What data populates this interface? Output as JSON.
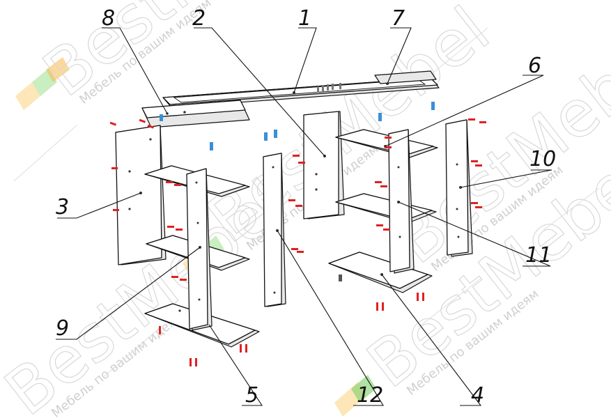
{
  "watermark": {
    "brand": "BestMebel",
    "tagline": "Мебель по вашим идеям",
    "colors": {
      "orange": "#f7b84a",
      "green": "#7ccf6a",
      "gray": "#d8d8d8"
    }
  },
  "callouts": [
    {
      "id": "p1",
      "label": "1"
    },
    {
      "id": "p2",
      "label": "2"
    },
    {
      "id": "p3",
      "label": "3"
    },
    {
      "id": "p4",
      "label": "4"
    },
    {
      "id": "p5",
      "label": "5"
    },
    {
      "id": "p6",
      "label": "6"
    },
    {
      "id": "p7",
      "label": "7"
    },
    {
      "id": "p8",
      "label": "8"
    },
    {
      "id": "p9",
      "label": "9"
    },
    {
      "id": "p10",
      "label": "10"
    },
    {
      "id": "p11",
      "label": "11"
    },
    {
      "id": "p12",
      "label": "12"
    }
  ],
  "colors": {
    "fastener_red": "#e02020",
    "fastener_blue": "#3a8fd8",
    "line": "#111111"
  }
}
